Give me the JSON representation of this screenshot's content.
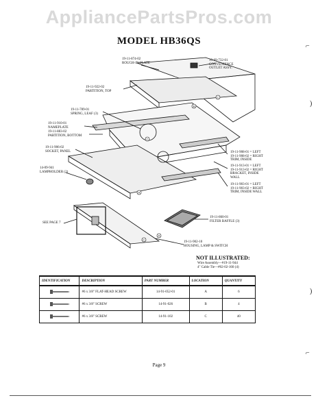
{
  "watermark": "AppliancePartsPros.com",
  "model_title": "MODEL HB36QS",
  "callouts": {
    "rough_in_plate": "19-11-874-02\nROUGH-IN PLATE",
    "convenience_outlet": "19-09-732-01\nCONVENIENCE\nOUTLET ASSY.",
    "partition_top": "19-11-922-02\nPARTITION, TOP",
    "spring_leaf": "19-11-789-01\nSPRING, LEAF (3)",
    "nameplate": "19-11-910-01\nNAMEPLATE",
    "partition_bottom": "19-11-883-02\nPARTITION, BOTTOM",
    "socket_panel": "19-11-906-02\nSOCKET, PANEL",
    "lampholder": "14-09-941\nLAMPHOLDER (2)",
    "see_page": "SEE PAGE 7",
    "trim_inside": "19-11-908-01 = LEFT\n19-11-908-02 = RIGHT\nTRIM, INSIDE",
    "bracket_inside_wall": "19-11-913-01 = LEFT\n19-11-913-02 = RIGHT\nBRACKET, INSIDE\nWALL",
    "trim_inside_wall": "19-11-903-01 = LEFT\n19-11-903-02 = RIGHT\nTRIM, INSIDE WALL",
    "filter_baffle": "19-11-860-01\nFILTER BAFFLE (3)",
    "housing": "19-11-902-10\nHOUSING, LAMP & SWITCH"
  },
  "not_illustrated": {
    "title": "NOT ILLUSTRATED:",
    "items": [
      "Wire Assembly—#19-11-944",
      "4\" Cable Tie—#02-02-160 (4)"
    ]
  },
  "table": {
    "headers": [
      "IDENTIFICATION",
      "DESCRIPTION",
      "PART NUMBER",
      "LOCATION",
      "QUANTITY"
    ],
    "rows": [
      {
        "description": "#6 x 3/8\" FLAT-HEAD SCREW",
        "part_number": "14-91-052-01",
        "location": "A",
        "quantity": "6"
      },
      {
        "description": "#6 x 3/8\" SCREW",
        "part_number": "14-91-026",
        "location": "B",
        "quantity": "4"
      },
      {
        "description": "#6 x 3/8\" SCREW",
        "part_number": "14-91-102",
        "location": "C",
        "quantity": "40"
      }
    ]
  },
  "page_number": "Page 9"
}
